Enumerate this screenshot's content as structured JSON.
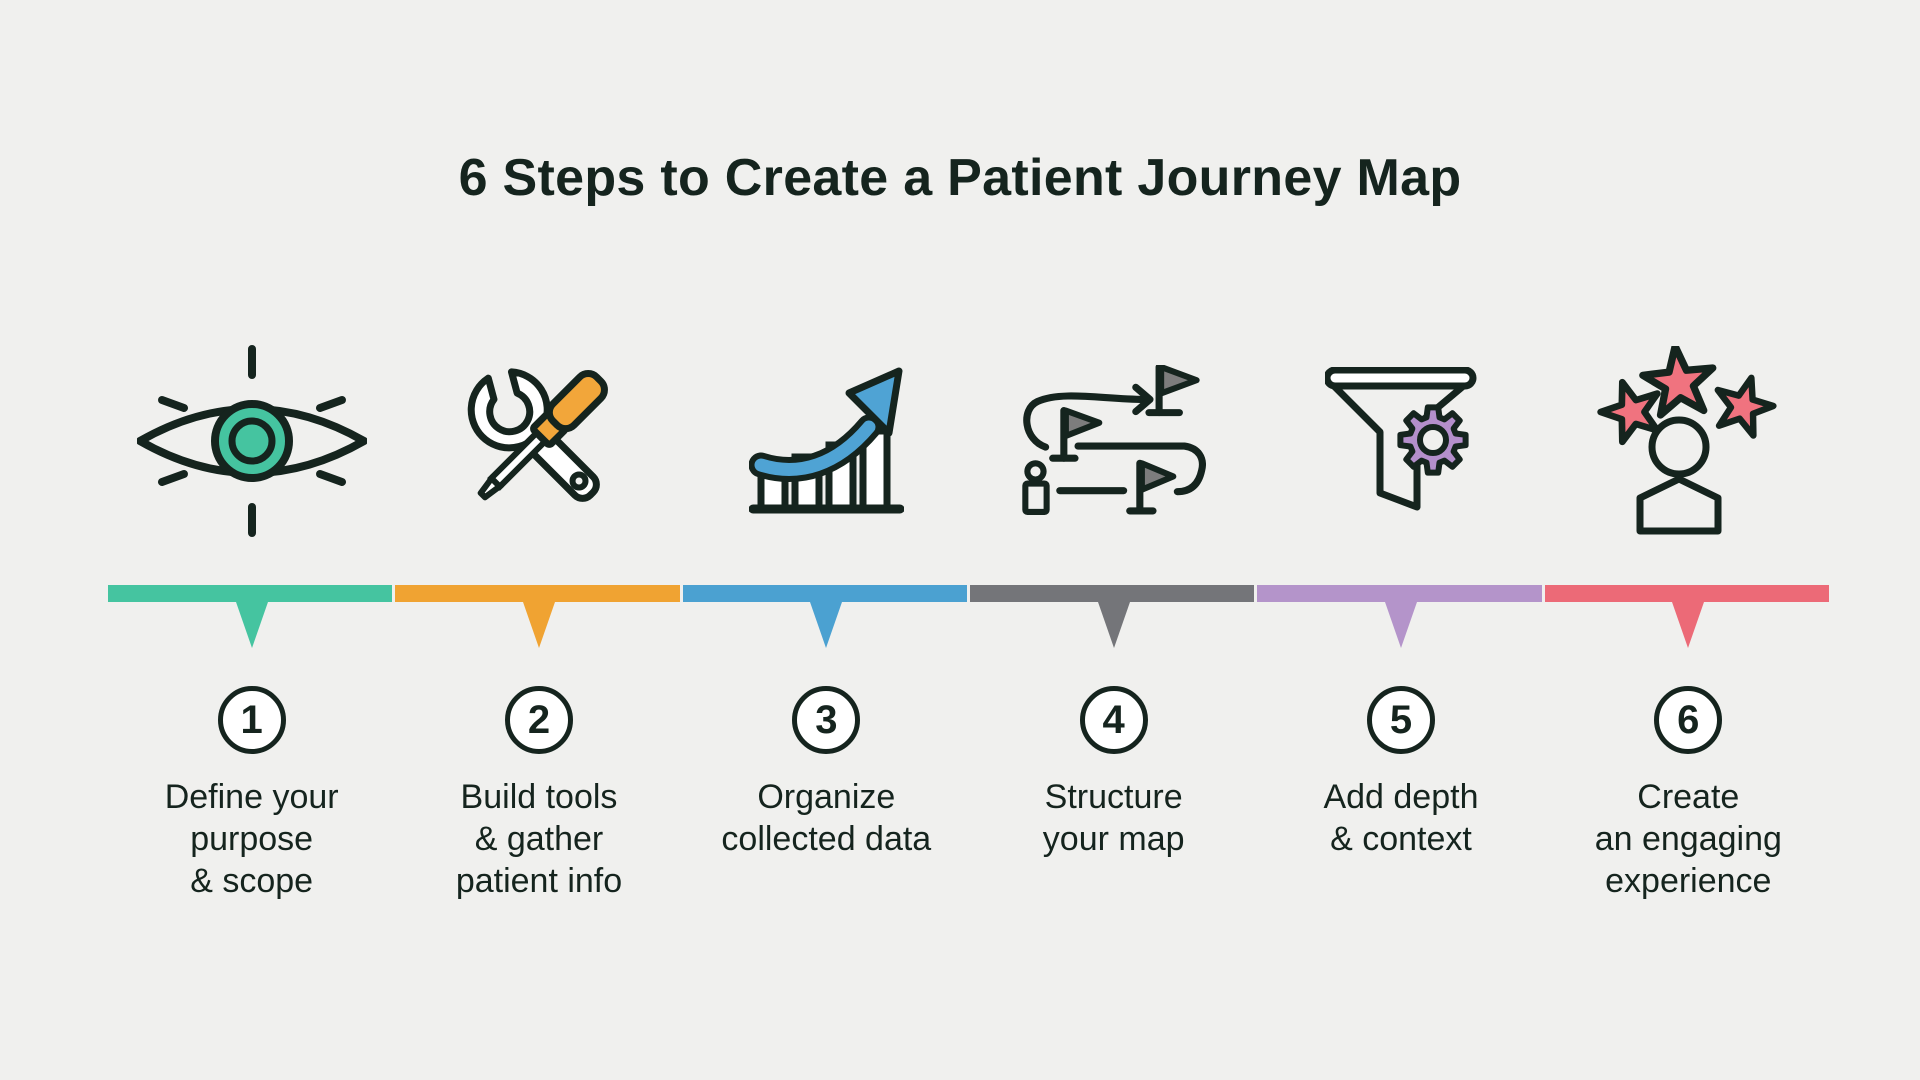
{
  "theme": {
    "bg": "#f0f0ee",
    "ink": "#15241e"
  },
  "title": "6 Steps to Create a Patient Journey Map",
  "steps": [
    {
      "number": "1",
      "label": "Define your\npurpose\n& scope",
      "color": "#45c4a0",
      "icon_fill": "#45c4a0",
      "icon": "eye-icon"
    },
    {
      "number": "2",
      "label": "Build tools\n& gather\npatient info",
      "color": "#f0a332",
      "icon_fill": "#f2a63a",
      "icon": "tools-icon"
    },
    {
      "number": "3",
      "label": "Organize\ncollected data",
      "color": "#4ba1d1",
      "icon_fill": "#4fa3d4",
      "icon": "growth-chart-icon"
    },
    {
      "number": "4",
      "label": "Structure\nyour map",
      "color": "#747579",
      "icon_fill": "#7d7d7d",
      "icon": "journey-flags-icon"
    },
    {
      "number": "5",
      "label": "Add depth\n& context",
      "color": "#b494ca",
      "icon_fill": "#b48fcb",
      "icon": "funnel-gear-icon"
    },
    {
      "number": "6",
      "label": "Create\nan engaging\nexperience",
      "color": "#ec6a77",
      "icon_fill": "#f0737f",
      "icon": "person-stars-icon"
    }
  ]
}
